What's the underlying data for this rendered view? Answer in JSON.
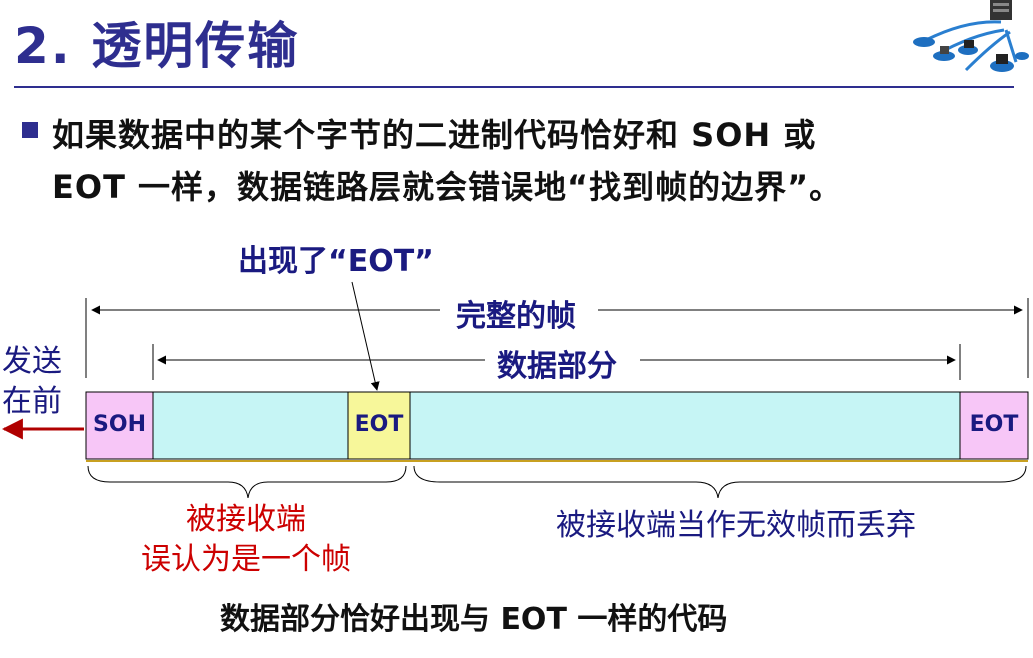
{
  "header": {
    "title": "2. 透明传输"
  },
  "content": {
    "bullet_line_1": "如果数据中的某个字节的二进制代码恰好和 SOH 或",
    "bullet_line_2": "EOT 一样，数据链路层就会错误地“找到帧的边界”。"
  },
  "diagram": {
    "annotation_top": "出现了“EOT”",
    "label_full_frame": "完整的帧",
    "label_data_part": "数据部分",
    "label_send_first": "发送\n在前",
    "cell_soh": "SOH",
    "cell_eot_inner": "EOT",
    "cell_eot_end": "EOT",
    "brace_left_text": "被接收端\n误认为是一个帧",
    "brace_right_text": "被接收端当作无效帧而丢弃",
    "caption": "数据部分恰好出现与 EOT 一样的代码"
  },
  "colors": {
    "title": "#2e2e8f",
    "navy_text": "#1a1a80",
    "red_text": "#cc0000",
    "soh_cell": "#f7c6f7",
    "data_cell": "#c6f5f5",
    "eot_inner_cell": "#f7f79a",
    "eot_end_cell": "#f7c6f7"
  }
}
